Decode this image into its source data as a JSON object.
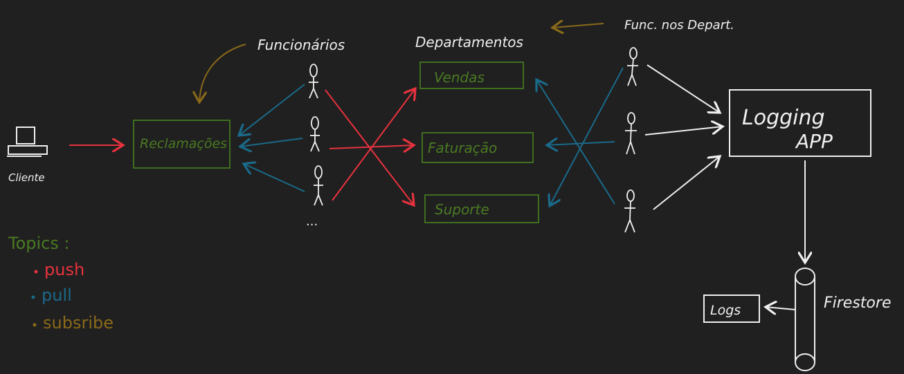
{
  "labels": {
    "funcionarios": "Funcionários",
    "departamentos": "Departamentos",
    "func_nos_depart": "Func. nos Depart.",
    "cliente": "Cliente",
    "dots": "...",
    "firestore": "Firestore"
  },
  "boxes": {
    "reclamacoes": "Reclamações",
    "vendas": "Vendas",
    "faturacao": "Faturação",
    "suporte": "Suporte",
    "logging_line1": "Logging",
    "logging_line2": "APP",
    "logs": "Logs"
  },
  "legend": {
    "title": "Topics :",
    "items": [
      {
        "label": "push",
        "color": "#e8323e"
      },
      {
        "label": "pull",
        "color": "#1a6a8a"
      },
      {
        "label": "subsribe",
        "color": "#8a6a1a"
      }
    ]
  },
  "colors": {
    "background": "#202020",
    "box_green": "#3f6f1f",
    "text_green": "#4a7a22",
    "push_red": "#e8323e",
    "pull_blue": "#1a6a8a",
    "subscribe_brown": "#8a6a1a",
    "white": "#f0f0f0"
  }
}
